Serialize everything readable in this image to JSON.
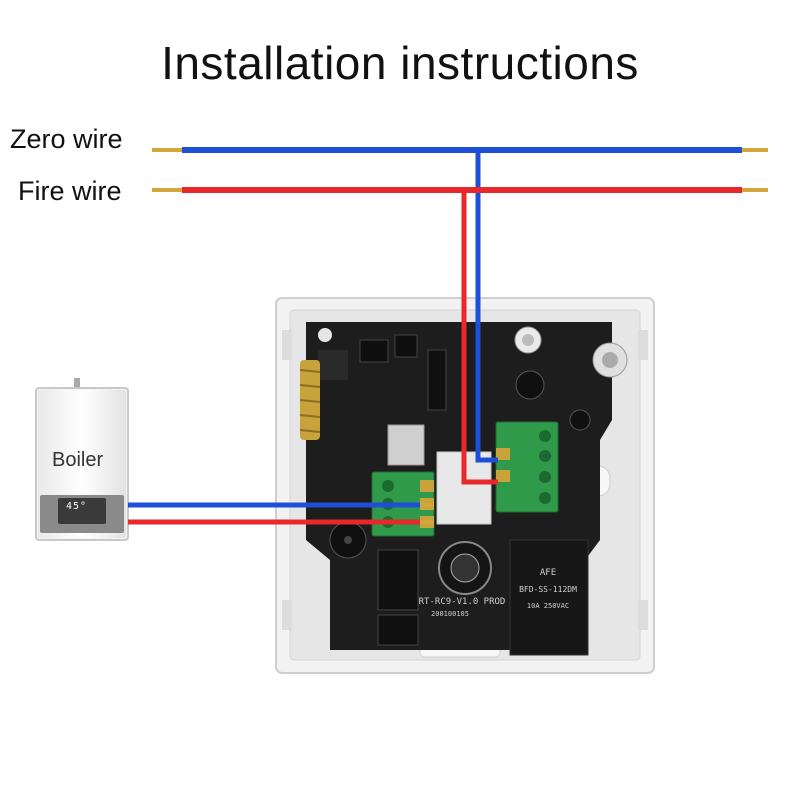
{
  "title": "Installation instructions",
  "wires": {
    "zero_label": "Zero wire",
    "fire_label": "Fire wire"
  },
  "boiler": {
    "label": "Boiler",
    "display_temp": "45°"
  },
  "board_markings": {
    "model": "RT-RC9-V1.0 PROD",
    "date": "200100105",
    "relay_brand": "AFE",
    "relay_model": "BFD-SS-112DM",
    "relay_rating": "10A 250VAC"
  },
  "colors": {
    "zero_wire": "#1f4fd8",
    "fire_wire": "#e8282a",
    "terminal": "#2e9a4a",
    "pcb": "#1d1d1d",
    "housing": "#eeeeee"
  }
}
